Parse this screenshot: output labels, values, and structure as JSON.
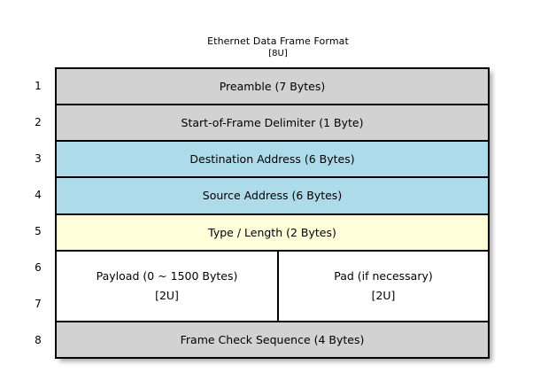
{
  "diagram": {
    "title": "Ethernet Data Frame Format",
    "subtitle": "[8U]",
    "colors": {
      "gray": "#d2d2d2",
      "blue": "#aedbe9",
      "yellow": "#ffffda",
      "white": "#ffffff",
      "border": "#000000",
      "background": "#ffffff"
    },
    "row_numbers": [
      "1",
      "2",
      "3",
      "4",
      "5",
      "6",
      "7",
      "8"
    ],
    "rows": [
      {
        "number": "1",
        "label": "Preamble (7 Bytes)",
        "fill": "gray"
      },
      {
        "number": "2",
        "label": "Start-of-Frame Delimiter (1 Byte)",
        "fill": "gray"
      },
      {
        "number": "3",
        "label": "Destination Address (6 Bytes)",
        "fill": "blue"
      },
      {
        "number": "4",
        "label": "Source Address (6 Bytes)",
        "fill": "blue"
      },
      {
        "number": "5",
        "label": "Type / Length (2 Bytes)",
        "fill": "yellow"
      },
      {
        "number": "8",
        "label": "Frame Check Sequence (4 Bytes)",
        "fill": "gray"
      }
    ],
    "payload_row": {
      "spans_rows": [
        "6",
        "7"
      ],
      "fill": "white",
      "left_cell": {
        "label": "Payload (0 ~ 1500 Bytes)",
        "tag": "[2U]"
      },
      "right_cell": {
        "label": "Pad (if necessary)",
        "tag": "[2U]"
      }
    }
  }
}
